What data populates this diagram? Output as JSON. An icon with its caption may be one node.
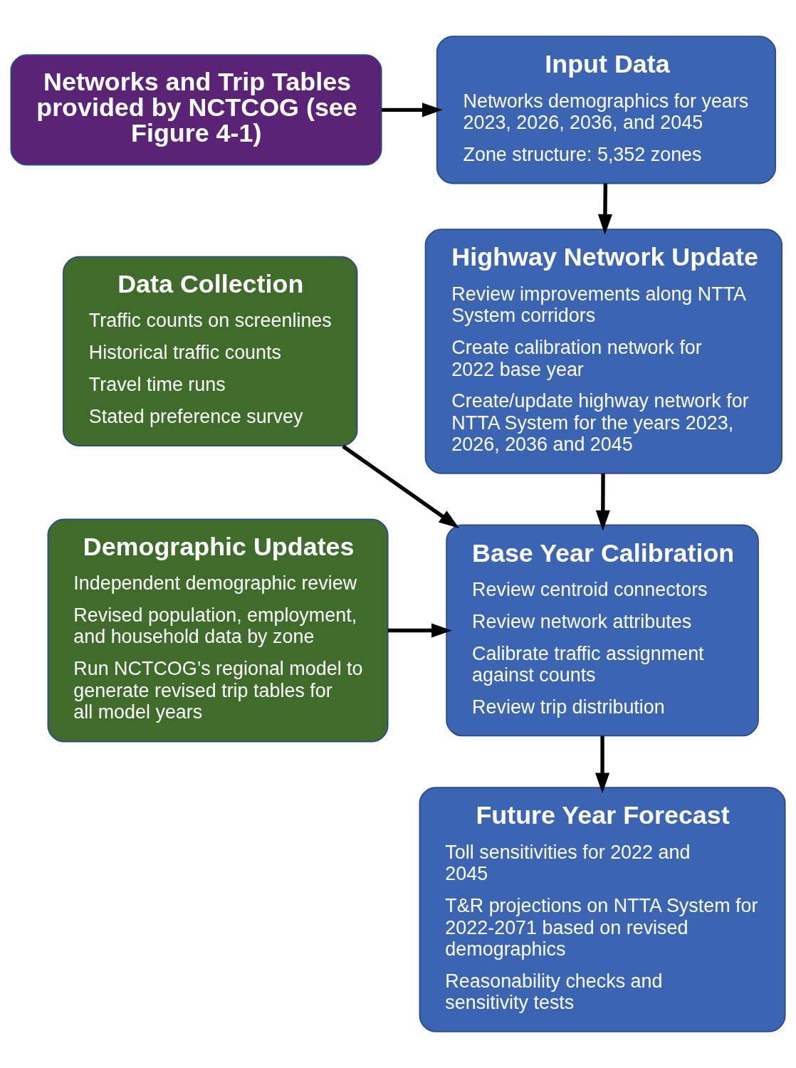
{
  "diagram": {
    "nodes": [
      {
        "text": [
          "Input Data",
          "Networks demographics for years 2023, 2026, 2036, and 2045",
          "Zone structure: 5,352 zones"
        ]
      },
      {
        "text": [
          "Networks and Trip Tables provided by NCTCOG (see Figure 4-1)"
        ]
      },
      {
        "text": [
          "Highway Network Update",
          "Review improvements along NTTA System corridors",
          "Create calibration network for 2022 base year",
          "Create/update highway network for NTTA System for the years 2023, 2026, 2036 and 2045"
        ]
      },
      {
        "text": [
          "Data Collection",
          "Traffic counts on screenlines",
          "Historical traffic counts",
          "Travel time runs",
          "Stated preference survey"
        ]
      },
      {
        "text": [
          "Base Year Calibration",
          "Review centroid connectors",
          "Review network attributes",
          "Calibrate traffic assignment against counts",
          "Review trip distribution"
        ]
      },
      {
        "text": [
          "Demographic Updates",
          "Independent demographic review",
          "Revised population, employment, and household data by zone",
          "Run NCTCOG’s regional model to generate revised trip tables for all model years"
        ]
      },
      {
        "text": [
          "Future Year Forecast",
          "Toll sensitivities for 2022 and 2045",
          "T&R projections on NTTA System for 2022-2071 based on revised demographics",
          "Reasonability checks and sensitivity tests"
        ]
      }
    ],
    "edges": [
      {
        "from": 1,
        "to": 0,
        "arrow": "to"
      },
      {
        "from": 0,
        "to": 2,
        "arrow": "to"
      },
      {
        "from": 2,
        "to": 4,
        "arrow": "to"
      },
      {
        "from": 3,
        "to": 4,
        "arrow": "to"
      },
      {
        "from": 5,
        "to": 4,
        "arrow": "to"
      },
      {
        "from": 4,
        "to": 6,
        "arrow": "to"
      }
    ]
  }
}
